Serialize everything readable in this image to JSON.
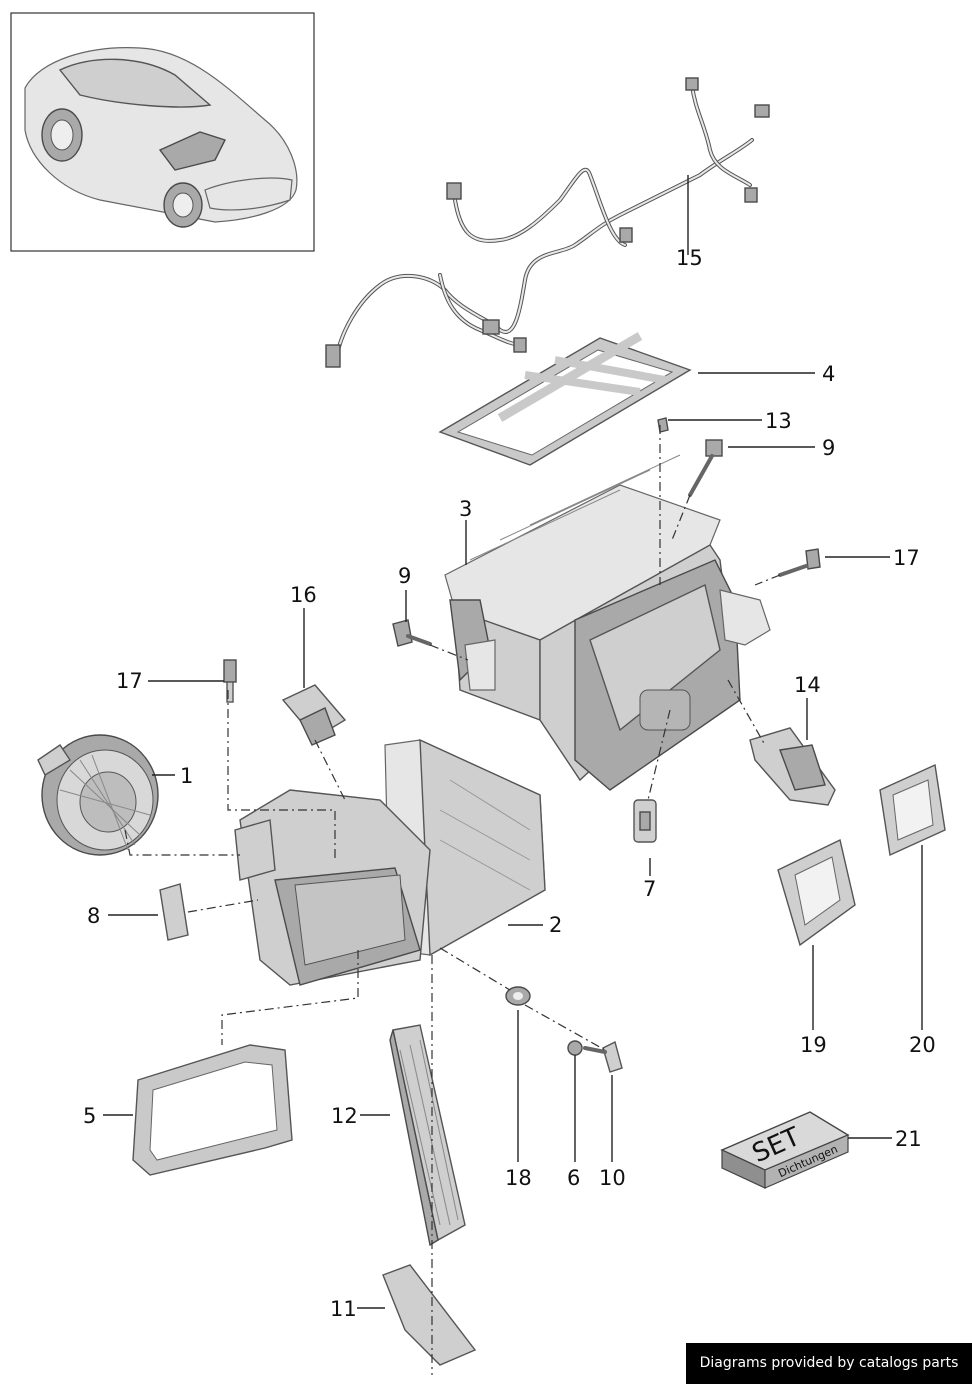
{
  "callouts": {
    "c1": "1",
    "c2": "2",
    "c3": "3",
    "c4": "4",
    "c5": "5",
    "c6": "6",
    "c7": "7",
    "c8": "8",
    "c9a": "9",
    "c9b": "9",
    "c10": "10",
    "c11": "11",
    "c12": "12",
    "c13": "13",
    "c14": "14",
    "c15": "15",
    "c16": "16",
    "c17a": "17",
    "c17b": "17",
    "c18": "18",
    "c19": "19",
    "c20": "20",
    "c21": "21"
  },
  "set_box": {
    "title": "SET",
    "subtitle": "Dichtungen"
  },
  "footer": {
    "credit": "Diagrams provided by catalogs parts"
  },
  "colors": {
    "part_fill": "#cfcfcf",
    "part_stroke": "#555555",
    "footer_bg": "#000000"
  }
}
